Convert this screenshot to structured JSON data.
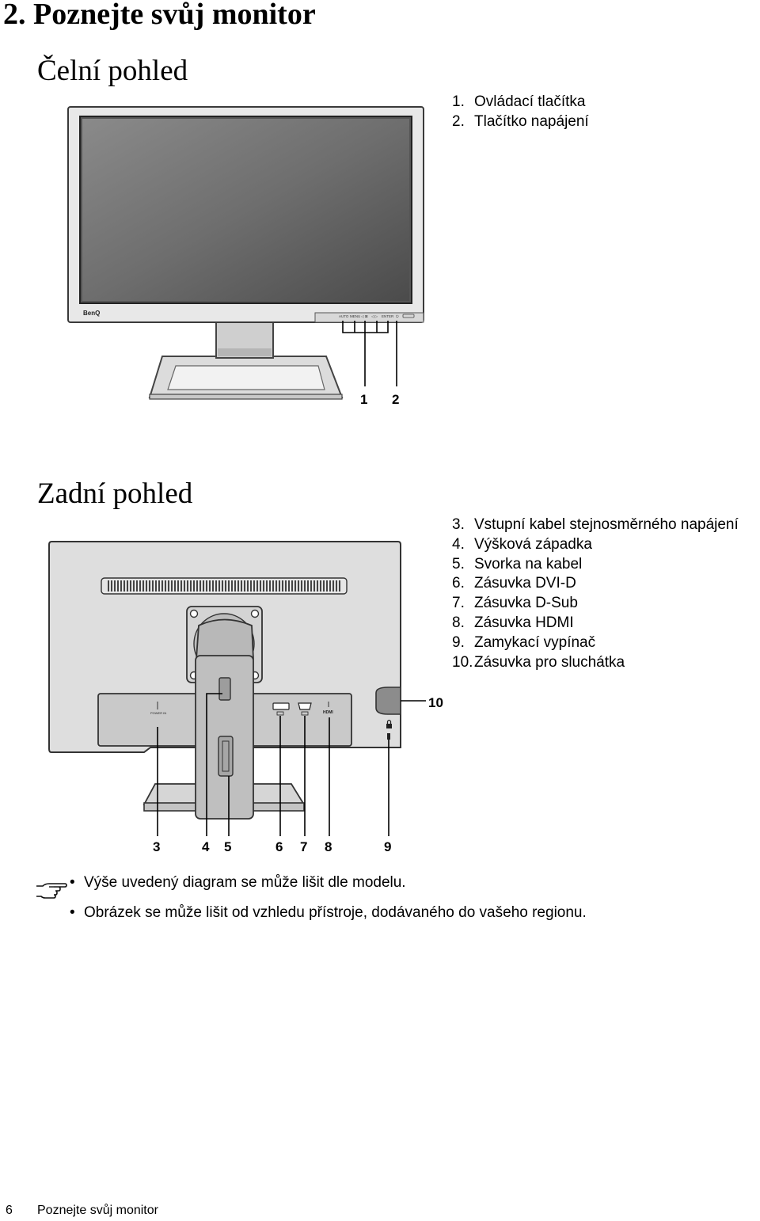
{
  "chapter_title": "2. Poznejte svůj monitor",
  "front": {
    "heading": "Čelní pohled",
    "legend": [
      {
        "num": "1.",
        "text": "Ovládací tlačítka"
      },
      {
        "num": "2.",
        "text": "Tlačítko napájení"
      }
    ],
    "callouts": [
      "1",
      "2"
    ],
    "logo": "BenQ",
    "button_labels": [
      "AUTO",
      "MENU",
      "◁ ⊠",
      "◁ ▷",
      "ENTER",
      "⏻"
    ]
  },
  "rear": {
    "heading": "Zadní pohled",
    "legend": [
      {
        "num": "3.",
        "text": "Vstupní kabel stejnosměrného napájení"
      },
      {
        "num": "4.",
        "text": "Výšková západka"
      },
      {
        "num": "5.",
        "text": "Svorka na kabel"
      },
      {
        "num": "6.",
        "text": "Zásuvka DVI-D"
      },
      {
        "num": "7.",
        "text": "Zásuvka D-Sub"
      },
      {
        "num": "8.",
        "text": "Zásuvka HDMI"
      },
      {
        "num": "9.",
        "text": "Zamykací vypínač"
      },
      {
        "num": "10.",
        "text": "Zásuvka pro sluchátka"
      }
    ],
    "callouts": [
      "3",
      "4",
      "5",
      "6",
      "7",
      "8",
      "9",
      "10"
    ],
    "port_labels": {
      "power": "POWER IN",
      "hdmi": "HDMI"
    }
  },
  "notes": {
    "icon": "pointing-hand-icon",
    "bullet": "•",
    "items": [
      "Výše uvedený diagram se může lišit dle modelu.",
      "Obrázek se může lišit od vzhledu přístroje, dodávaného do vašeho regionu."
    ]
  },
  "footer": {
    "page_number": "6",
    "section": "Poznejte svůj monitor"
  }
}
